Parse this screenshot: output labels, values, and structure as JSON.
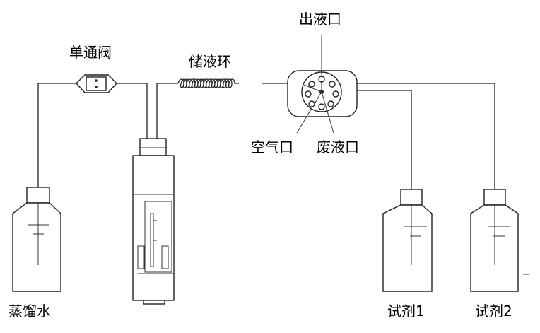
{
  "labels": {
    "outlet_port": "出液口",
    "check_valve": "单通阀",
    "holding_coil": "储液环",
    "air_port": "空气口",
    "waste_port": "废液口",
    "distilled_water": "蒸馏水",
    "reagent_1": "试剂1",
    "reagent_2": "试剂2"
  }
}
